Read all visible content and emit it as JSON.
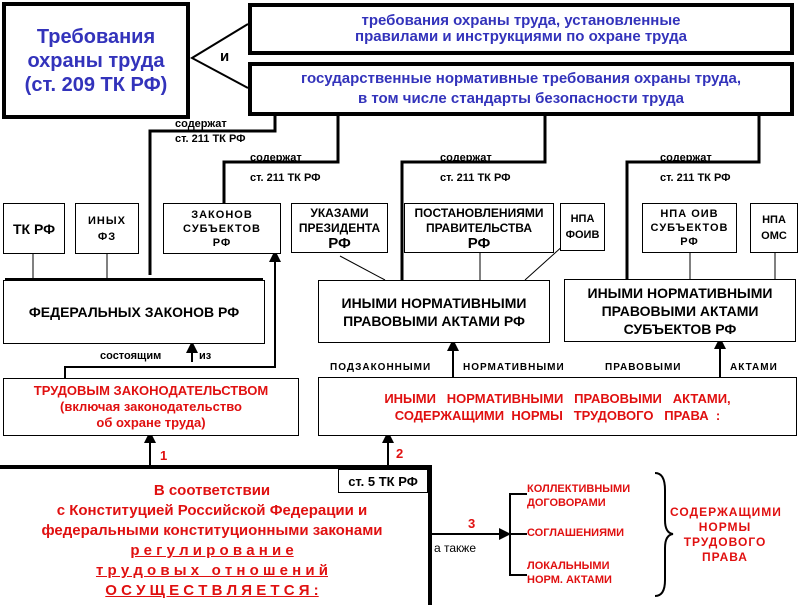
{
  "title_box": {
    "line1": "Требования",
    "line2": "охраны труда",
    "line3": "(ст. 209 ТК РФ)"
  },
  "conjunction": "и",
  "top_box_1": {
    "line1": "требования  охраны труда, установленные",
    "line2": "правилами и инструкциями по охране труда"
  },
  "top_box_2": {
    "line1": "государственные нормативные требования охраны труда,",
    "line2": "в   том числе стандарты   безопасности труда"
  },
  "contains_label": {
    "line1": "содержат",
    "line2": "ст. 211 ТК РФ"
  },
  "source_boxes": {
    "tk_rf": "ТК РФ",
    "other_fz": [
      "ИНЫХ",
      "ФЗ"
    ],
    "subject_laws": [
      "ЗАКОНОВ",
      "СУБЪЕКТОВ",
      "РФ"
    ],
    "president_decrees": [
      "УКАЗАМИ",
      "ПРЕЗИДЕНТА",
      "РФ"
    ],
    "government_resolutions": [
      "ПОСТАНОВЛЕНИЯМИ",
      "ПРАВИТЕЛЬСТВА",
      "РФ"
    ],
    "npa_foiv": [
      "НПА",
      "ФОИВ"
    ],
    "npa_oiv_subjects": [
      "НПА ОИВ",
      "СУБЪЕКТОВ",
      "РФ"
    ],
    "npa_oms": [
      "НПА",
      "ОМС"
    ]
  },
  "federal_laws_box": "ФЕДЕРАЛЬНЫХ ЗАКОНОВ РФ",
  "other_acts_rf_box": [
    "ИНЫМИ НОРМАТИВНЫМИ",
    "ПРАВОВЫМИ АКТАМИ РФ"
  ],
  "other_acts_subjects_box": [
    "ИНЫМИ НОРМАТИВНЫМИ",
    "ПРАВОВЫМИ  АКТАМИ",
    "СУБЪЕКТОВ  РФ"
  ],
  "consisting_labels": {
    "left": "состоящим",
    "right": "из"
  },
  "labor_legislation_box": {
    "line1": "ТРУДОВЫМ ЗАКОНОДАТЕЛЬСТВОМ",
    "line2": "(включая законодательство",
    "line3": "об охране труда)"
  },
  "subordinate_labels": [
    "ПОДЗАКОННЫМИ",
    "НОРМАТИВНЫМИ",
    "ПРАВОВЫМИ",
    "АКТАМИ"
  ],
  "other_acts_labor_box": {
    "line1": "ИНЫМИ   НОРМАТИВНЫМИ   ПРАВОВЫМИ   АКТАМИ,",
    "line2": "СОДЕРЖАЩИМИ  НОРМЫ   ТРУДОВОГО   ПРАВА  :"
  },
  "branch_numbers": [
    "1",
    "2",
    "3"
  ],
  "main_box": {
    "line1": "В соответствии",
    "line2": "с Конституцией Российской Федерации и",
    "line3": "федеральными конституционными законами",
    "line4": "р е г у л и р о в а н и е",
    "line5": "т р у д о в ы х   о т н о ш е н и й",
    "line6": "О С У Щ Е С Т В Л Я Е Т С Я :"
  },
  "article5_tag": "ст. 5 ТК РФ",
  "also_label": "а также",
  "local_items": [
    [
      "КОЛЛЕКТИВНЫМИ",
      "ДОГОВОРАМИ"
    ],
    [
      "СОГЛАШЕНИЯМИ"
    ],
    [
      "ЛОКАЛЬНЫМИ",
      "НОРМ. АКТАМИ"
    ]
  ],
  "brace_label": [
    "СОДЕРЖАЩИМИ",
    "НОРМЫ",
    "ТРУДОВОГО",
    "ПРАВА"
  ]
}
